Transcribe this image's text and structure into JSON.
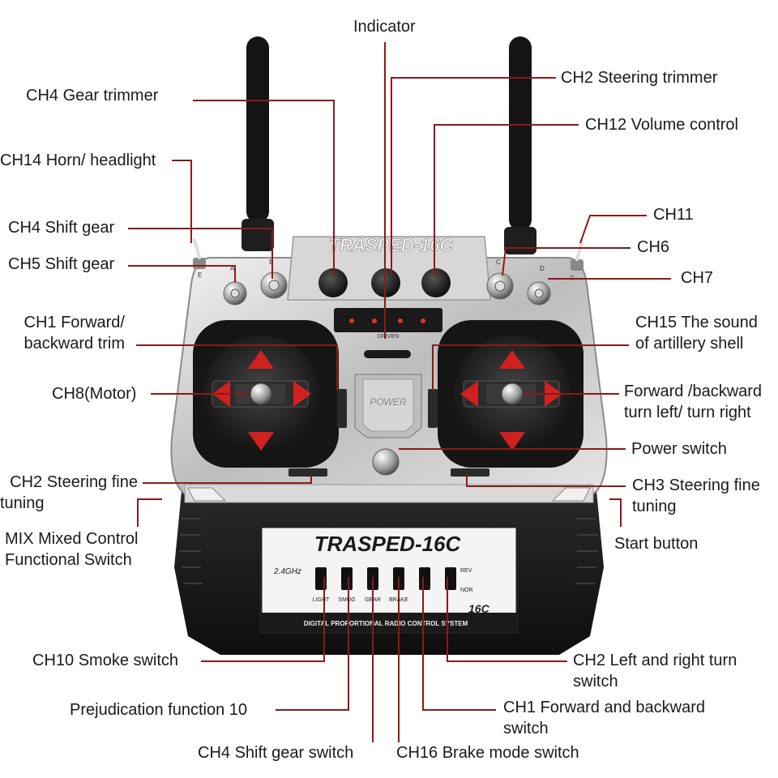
{
  "product": {
    "brand_top": "TRASPED-16C",
    "brand_panel": "TRASPED-16C",
    "freq": "2.4GHz",
    "model_tag": "16C",
    "footer": "DIGITAL PROPORTIONAL RADIO CONTROL SYSTEM",
    "power_label": "POWER",
    "indicator_strip": "DRIVEN",
    "rev": "REV",
    "nor": "NOR",
    "switch_letters": [
      "E",
      "A",
      "B",
      "C",
      "D",
      "F"
    ],
    "panel_switches": [
      "LIGHT",
      "SMOG",
      "GEAR",
      "BRAKE",
      "",
      ""
    ]
  },
  "labels": {
    "indicator": "Indicator",
    "ch2_steering_trimmer": "CH2 Steering trimmer",
    "ch4_gear_trimmer": "CH4 Gear trimmer",
    "ch12_volume": "CH12 Volume control",
    "ch14_horn": "CH14 Horn/ headlight",
    "ch11": "CH11",
    "ch4_shift": "CH4 Shift gear",
    "ch6": "CH6",
    "ch5_shift": "CH5 Shift gear",
    "ch7": "CH7",
    "ch1_trim_1": "CH1 Forward/",
    "ch1_trim_2": "backward trim",
    "ch15_1": "CH15 The sound",
    "ch15_2": "of artillery shell",
    "ch8": "CH8(Motor)",
    "fwd_1": "Forward /backward",
    "fwd_2": "turn left/ turn right",
    "power": "Power switch",
    "ch2_fine_1": "CH2 Steering fine",
    "ch2_fine_2": "tuning",
    "ch3_fine_1": "CH3 Steering fine",
    "ch3_fine_2": "tuning",
    "mix_1": "MIX Mixed Control",
    "mix_2": "Functional Switch",
    "start": "Start button",
    "ch10": "CH10 Smoke switch",
    "ch2_turn_1": "CH2 Left and right turn",
    "ch2_turn_2": "switch",
    "prejud": "Prejudication function 10",
    "ch1_fwd_1": "CH1 Forward and backward",
    "ch1_fwd_2": "switch",
    "ch4_shift_switch": "CH4 Shift gear switch",
    "ch16": "CH16 Brake mode switch"
  },
  "colors": {
    "leader": "#8b1a1a",
    "arrow": "#d02020",
    "body_silver": "#c9c9c9",
    "body_black": "#1c1c1c"
  }
}
